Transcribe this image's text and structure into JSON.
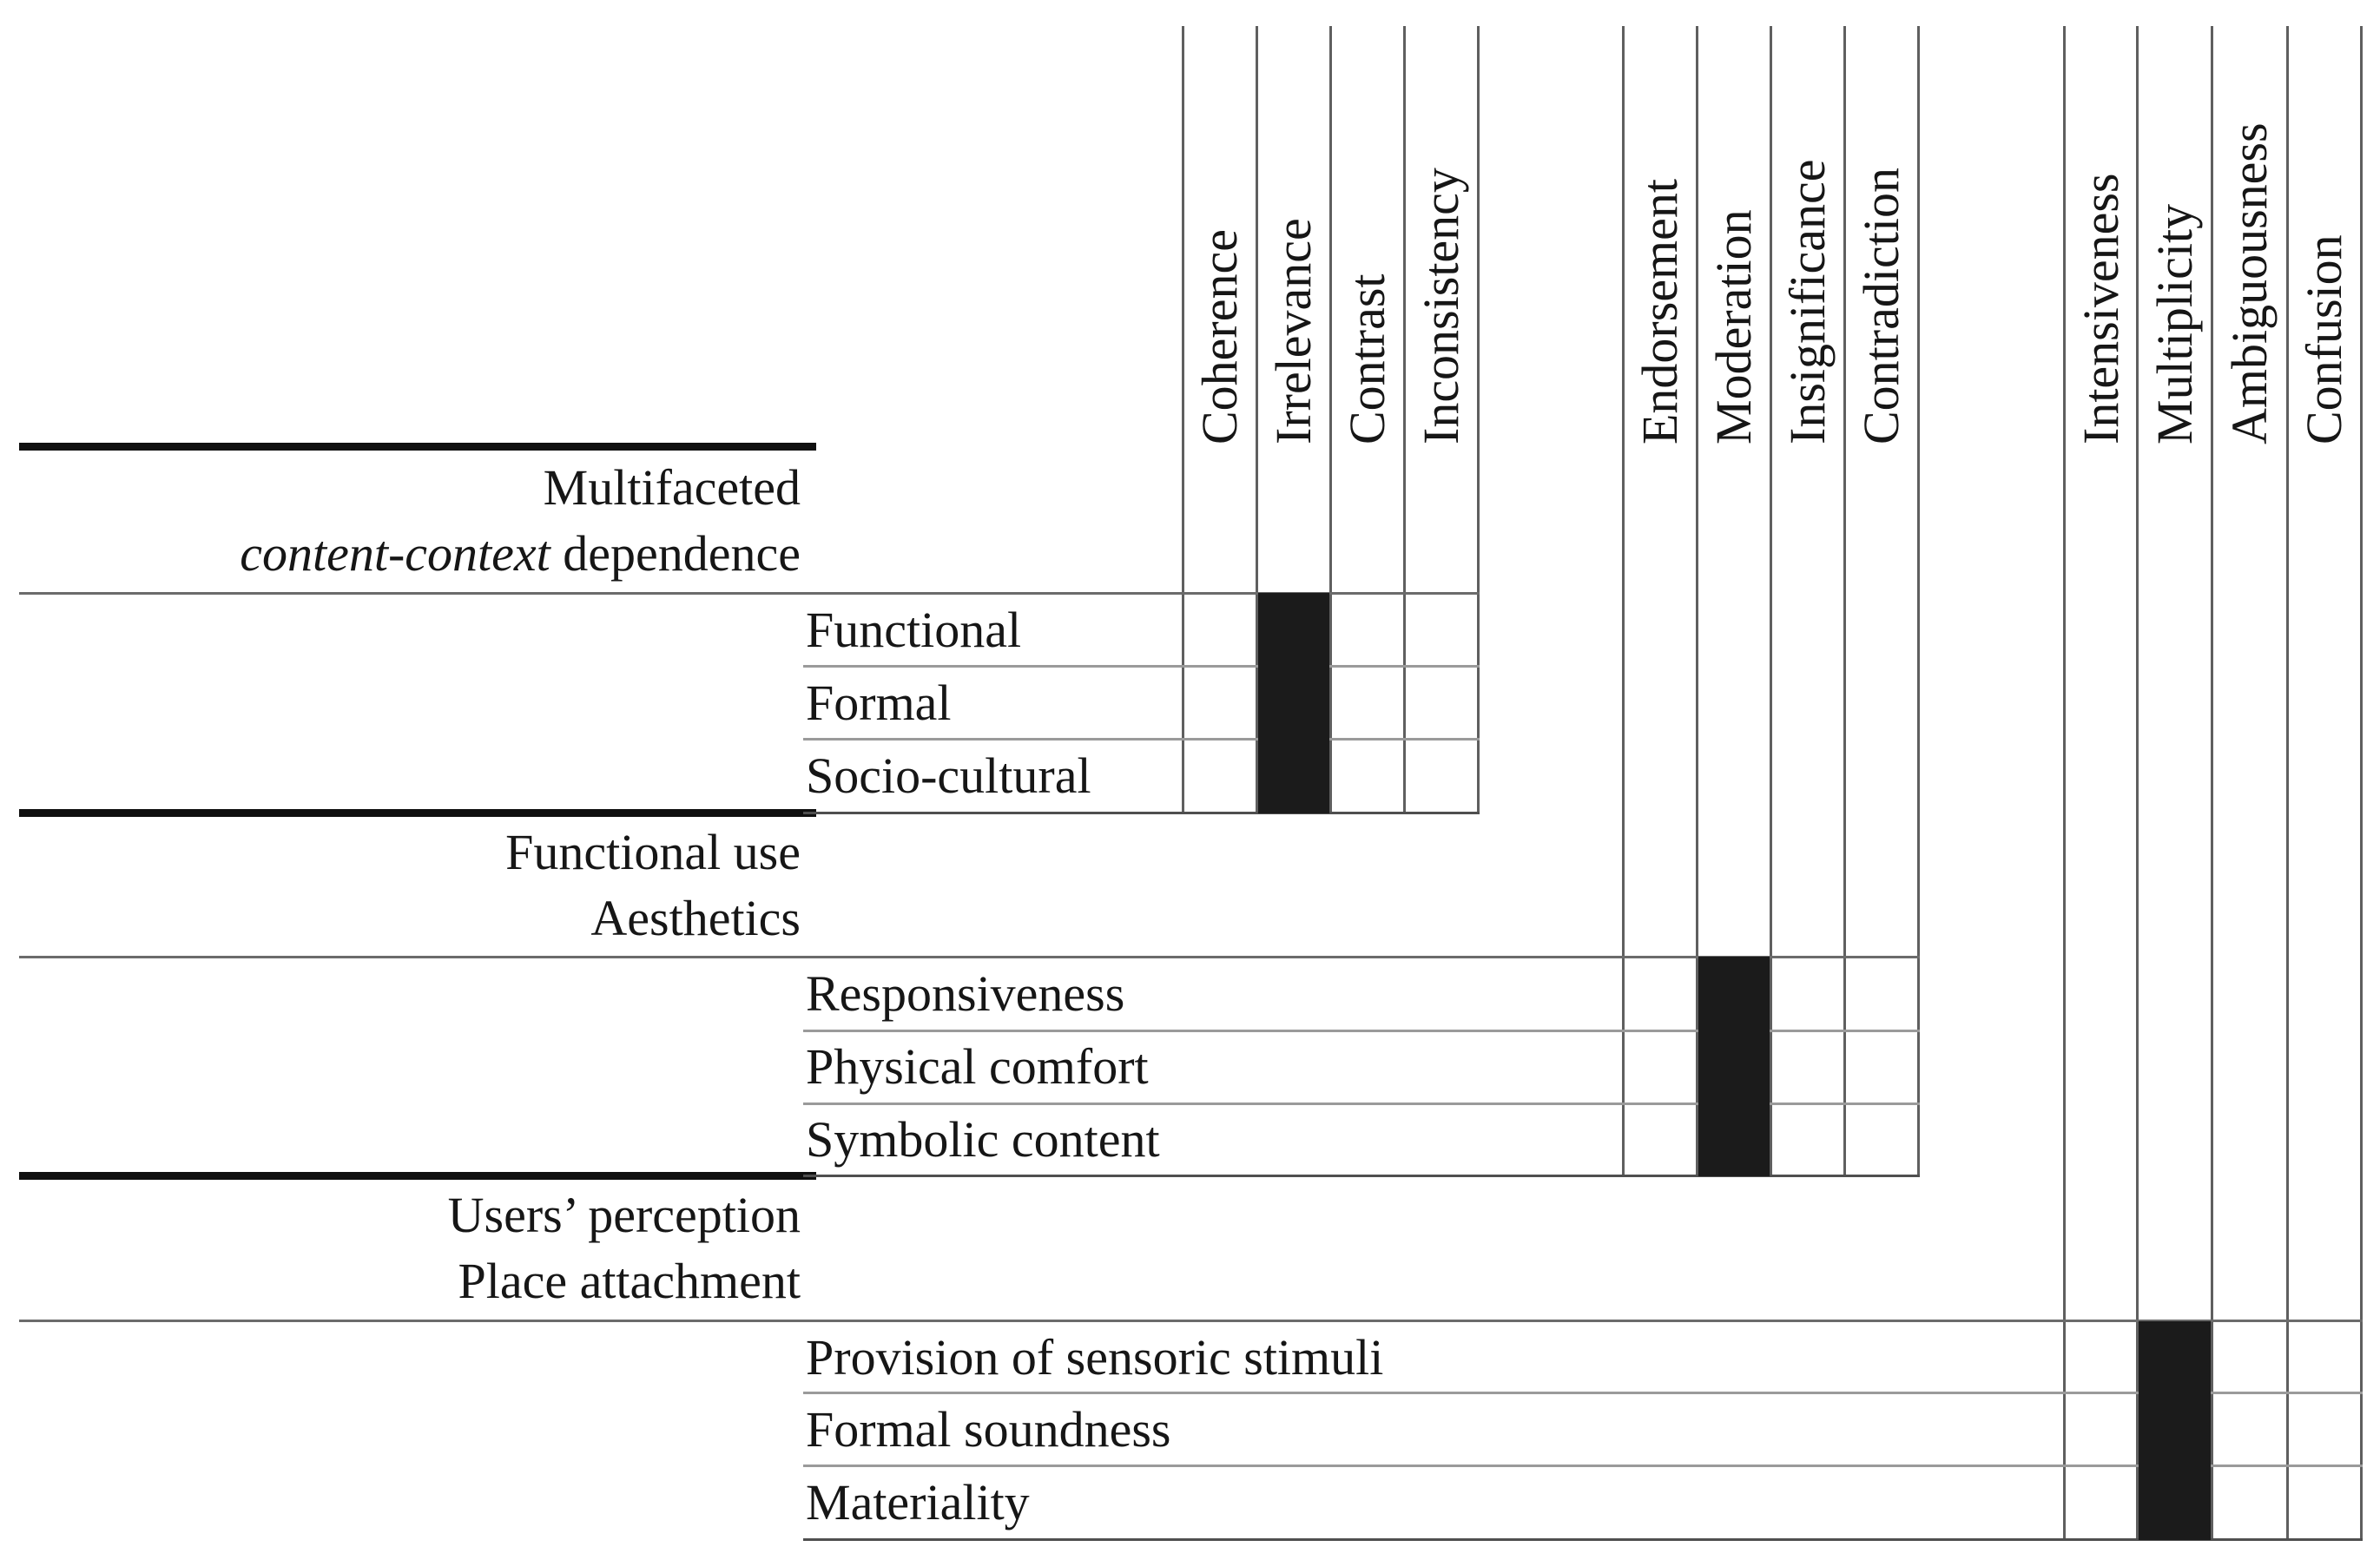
{
  "figure": {
    "type": "matrix-table",
    "column_groups": [
      {
        "id": "group-1",
        "columns": [
          "Coherence",
          "Irrelevance",
          "Contrast",
          "Inconsistency"
        ]
      },
      {
        "id": "group-2",
        "columns": [
          "Endorsement",
          "Moderation",
          "Insignificance",
          "Contradiction"
        ]
      },
      {
        "id": "group-3",
        "columns": [
          "Intensiveness",
          "Multiplicity",
          "Ambiguousness",
          "Confusion"
        ]
      }
    ],
    "row_groups": [
      {
        "header": {
          "line1": "Multifaceted",
          "line2_italic": "content-context",
          "line2_rest": " dependence"
        },
        "rows": [
          "Functional",
          "Formal",
          "Socio-cultural"
        ],
        "marked_column": "Irrelevance",
        "marked_rows": [
          "Functional",
          "Formal",
          "Socio-cultural"
        ]
      },
      {
        "header": {
          "line1": "Functional use",
          "line2": "Aesthetics"
        },
        "rows": [
          "Responsiveness",
          "Physical comfort",
          "Symbolic content"
        ],
        "marked_column": "Moderation",
        "marked_rows": [
          "Responsiveness",
          "Physical comfort",
          "Symbolic content"
        ]
      },
      {
        "header": {
          "line1": "Users’ perception",
          "line2": "Place attachment"
        },
        "rows": [
          "Provision of sensoric stimuli",
          "Formal soundness",
          "Materiality"
        ],
        "marked_column": "Multiplicity",
        "marked_rows": [
          "Provision of sensoric stimuli",
          "Formal soundness",
          "Materiality"
        ]
      }
    ],
    "colors": {
      "mark_fill": "#1b1b1b",
      "text": "#161616",
      "thick_rule": "#101010",
      "grid_line": "#5f5f5f",
      "row_separator": "#9a9a9a"
    }
  }
}
